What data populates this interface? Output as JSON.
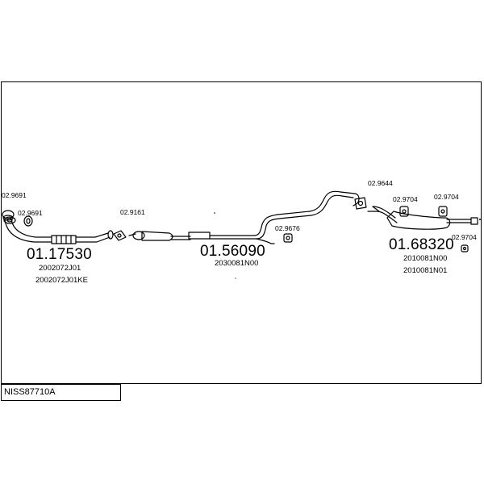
{
  "diagram_id": "NISS87710A",
  "parts": [
    {
      "number": "01.17530",
      "refs": [
        "2002072J01",
        "2002072J01KE"
      ]
    },
    {
      "number": "01.56090",
      "refs": [
        "2030081N00"
      ]
    },
    {
      "number": "01.68320",
      "refs": [
        "2010081N00",
        "2010081N01"
      ]
    }
  ],
  "accessories": [
    "02.9691",
    "02.9691",
    "02.9161",
    "02.9676",
    "02.9644",
    "02.9704",
    "02.9704",
    "02.9704"
  ]
}
